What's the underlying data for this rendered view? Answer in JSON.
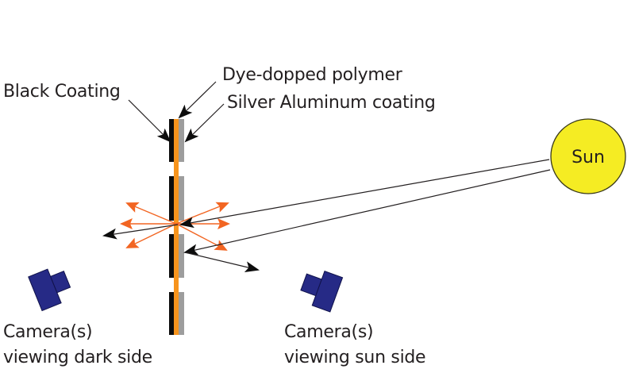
{
  "labels": {
    "black_coating": "Black Coating",
    "dye_polymer": "Dye-dopped polymer",
    "silver_coating": "Silver Aluminum coating",
    "sun": "Sun",
    "camera_dark_line1": "Camera(s)",
    "camera_dark_line2": "viewing dark side",
    "camera_sun_line1": "Camera(s)",
    "camera_sun_line2": "viewing sun side"
  },
  "colors": {
    "black_coating": "#0d0d0d",
    "dye_polymer": "#f7941d",
    "silver_coating": "#9d9d9d",
    "emission_arrows": "#f26522",
    "sun_fill": "#f5ec23",
    "sun_stroke": "#3a3a1a",
    "camera": "#262a86",
    "text": "#231f20"
  },
  "icons": {
    "sun": "sun-circle",
    "camera_dark": "camera-icon",
    "camera_sun": "camera-icon"
  }
}
